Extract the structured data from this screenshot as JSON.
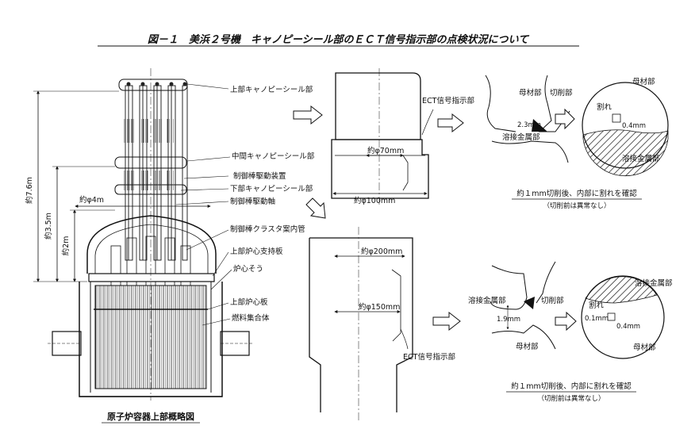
{
  "figure": {
    "title": "図－１　美浜２号機　キャノピーシール部のＥＣＴ信号指示部の点検状況について",
    "vessel": {
      "caption": "原子炉容器上部概略図",
      "labels": {
        "upper_canopy": "上部キャノピーシール部",
        "middle_canopy": "中間キャノピーシール部",
        "crdm": "制御棒駆動装置",
        "lower_canopy": "下部キャノピーシール部",
        "drive_shaft": "制御棒駆動軸",
        "guide_tube": "制御棒クラスタ案内管",
        "upper_support_plate": "上部炉心支持板",
        "core_barrel": "炉心そう",
        "upper_core_plate": "上部炉心板",
        "fuel_assembly": "燃料集合体"
      },
      "dims": {
        "h76": "約7.6m",
        "h35": "約3.5m",
        "h2": "約2m",
        "d4": "約φ4m"
      }
    },
    "upper_detail": {
      "ect_label": "ECT信号指示部",
      "d70": "約φ70mm",
      "d100": "約φ100mm"
    },
    "lower_detail": {
      "d200": "約φ200mm",
      "d150": "約φ150mm",
      "ect_label": "ECT信号指示部"
    },
    "upper_crack": {
      "base": "母材部",
      "cut": "切削部",
      "dim": "2.3mm",
      "weld": "溶接金属部",
      "zoom_base": "母材部",
      "zoom_crack": "割れ",
      "zoom_dim": "0.4mm",
      "zoom_weld": "溶接金属部",
      "note": "約１mm切削後、内部に割れを確認",
      "note_sub": "（切削前は異常なし）"
    },
    "lower_crack": {
      "weld": "溶接金属部",
      "cut": "切削部",
      "dim": "1.9mm",
      "base": "母材部",
      "zoom_weld": "溶接金属部",
      "zoom_crack": "割れ",
      "zoom_dim1": "0.1mm",
      "zoom_dim2": "0.4mm",
      "zoom_base": "母材部",
      "note": "約１mm切削後、内部に割れを確認",
      "note_sub": "（切削前は異常なし）"
    }
  }
}
